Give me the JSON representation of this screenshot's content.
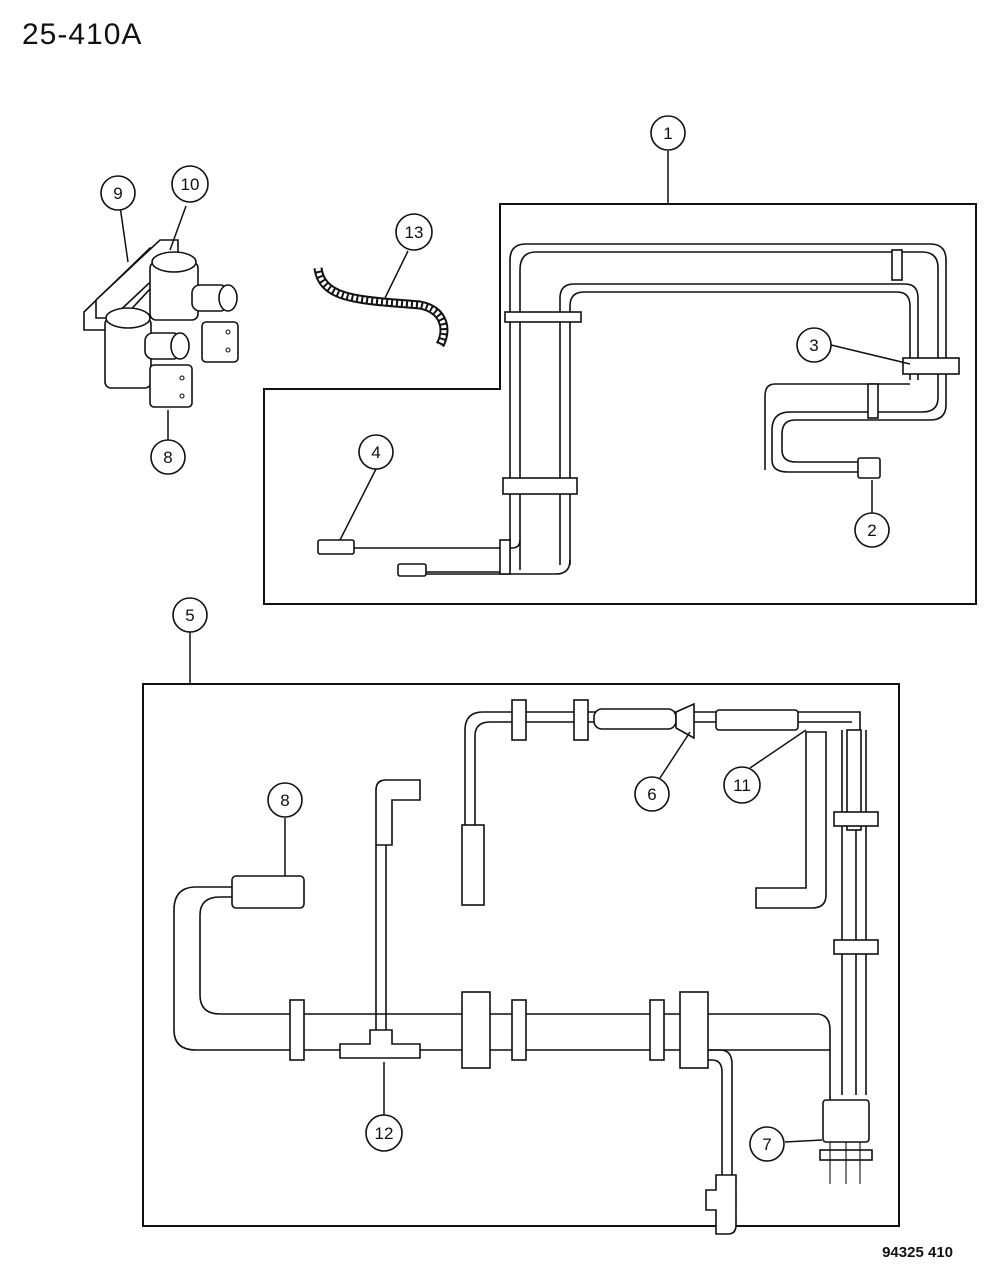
{
  "header": {
    "title": "25-410A"
  },
  "footer": {
    "figure_code": "94325 410"
  },
  "callouts": {
    "c1": "1",
    "c2": "2",
    "c3": "3",
    "c4": "4",
    "c5": "5",
    "c6": "6",
    "c7": "7",
    "c8a": "8",
    "c8b": "8",
    "c9": "9",
    "c10": "10",
    "c11": "11",
    "c12": "12",
    "c13": "13"
  }
}
